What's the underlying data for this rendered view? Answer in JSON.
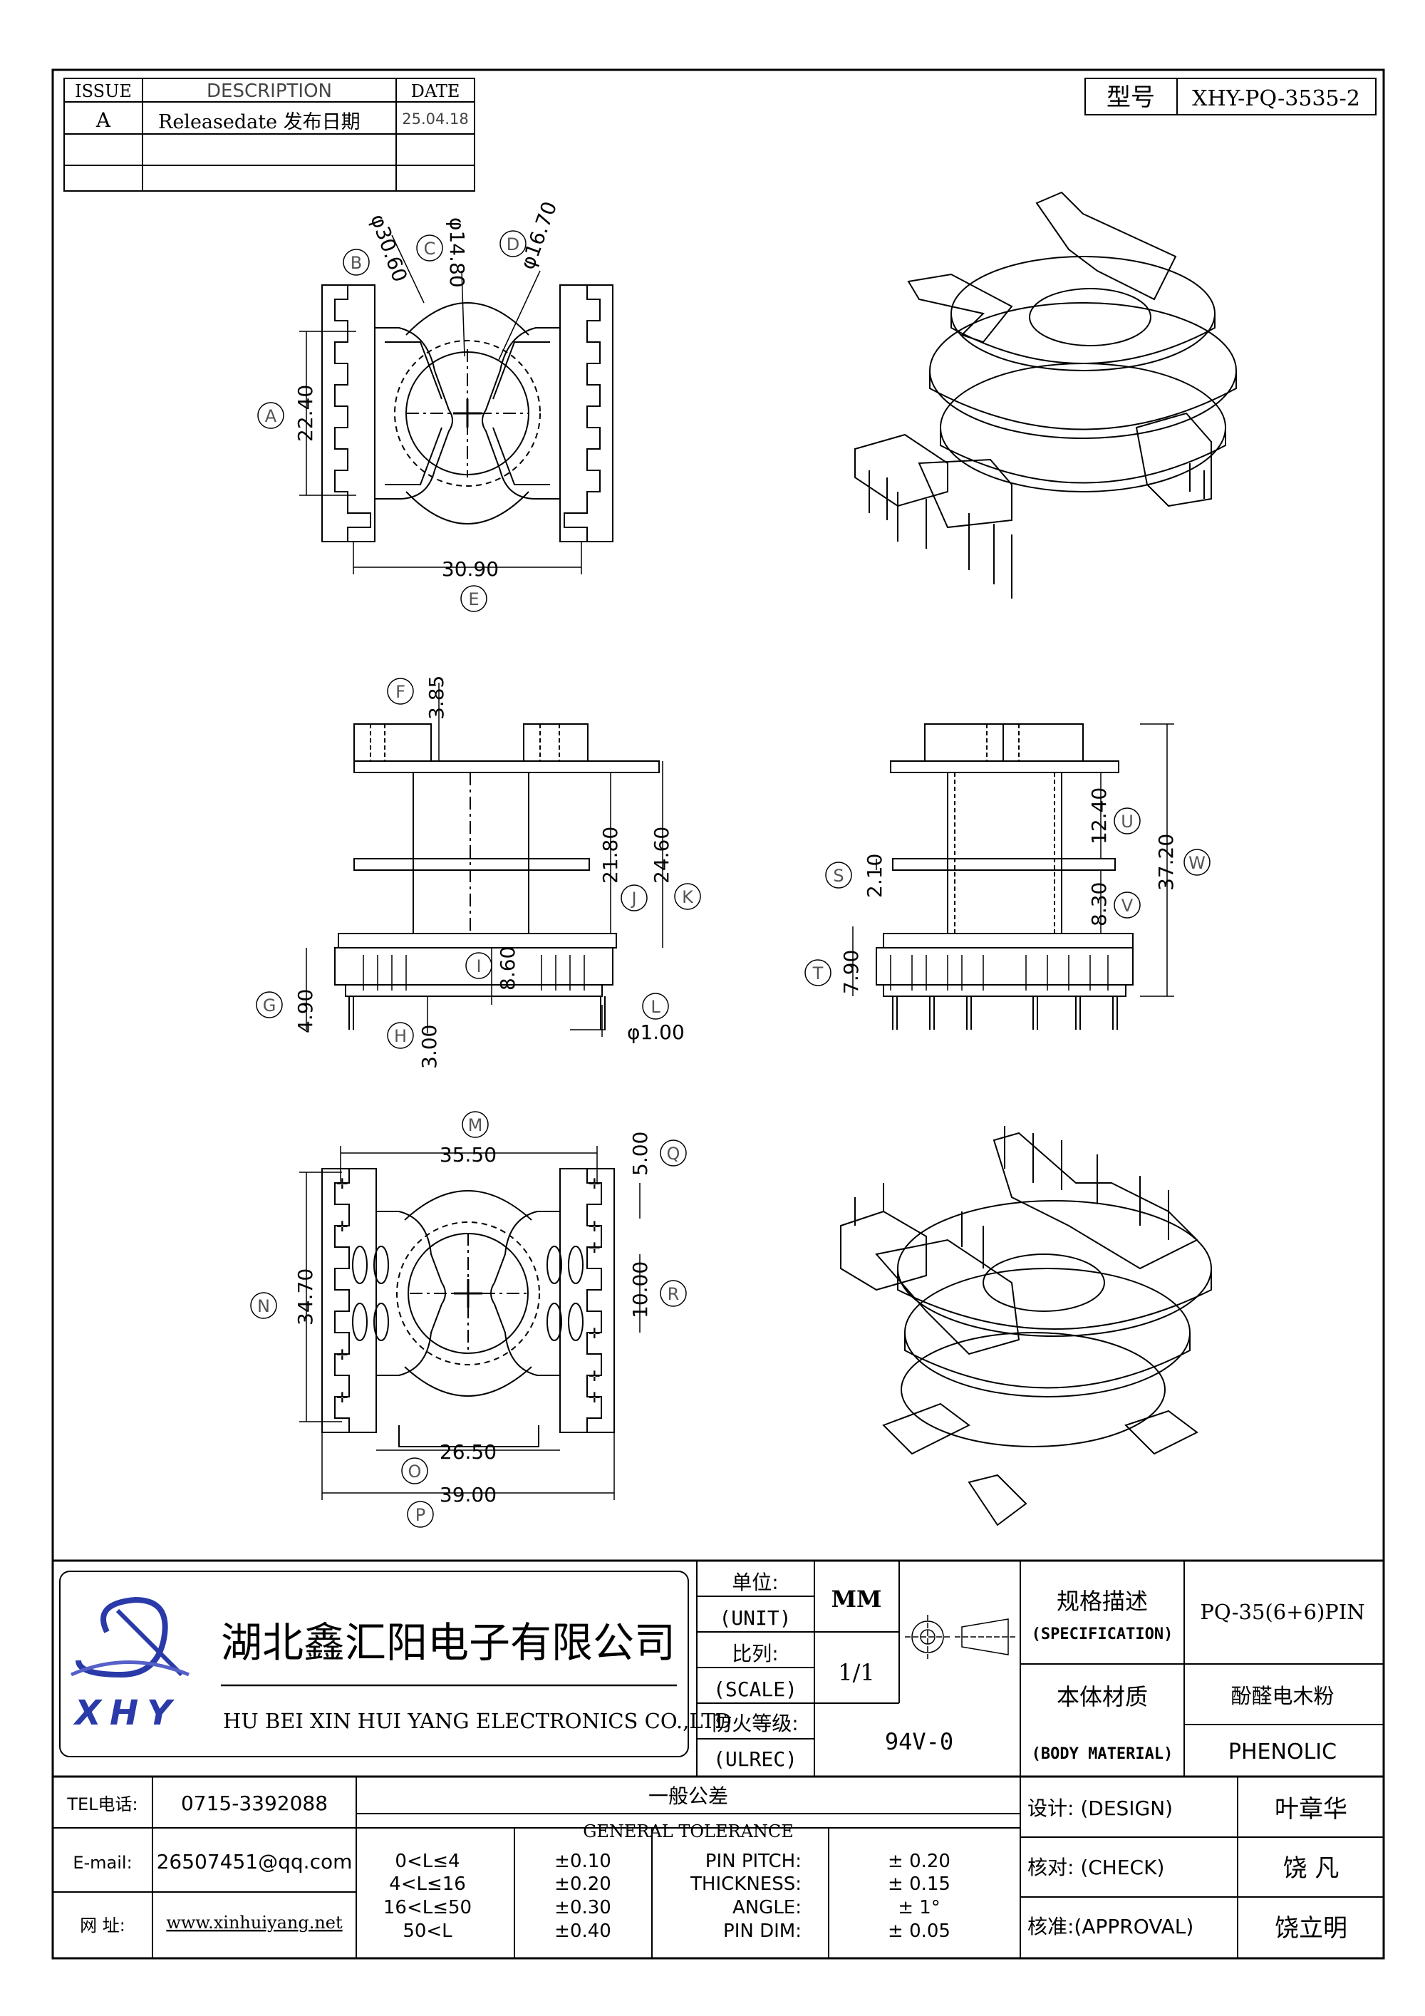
{
  "model": {
    "label": "型号",
    "value": "XHY-PQ-3535-2"
  },
  "revision": {
    "headers": [
      "ISSUE",
      "DESCRIPTION",
      "DATE"
    ],
    "rows": [
      {
        "issue": "A",
        "desc": "Releasedate 发布日期",
        "date": "25.04.18"
      }
    ]
  },
  "circle_labels": [
    "A",
    "B",
    "C",
    "D",
    "E",
    "F",
    "G",
    "H",
    "I",
    "J",
    "K",
    "L",
    "M",
    "N",
    "O",
    "P",
    "Q",
    "R",
    "S",
    "T",
    "U",
    "V",
    "W"
  ],
  "dims": {
    "B": "φ30.60",
    "C": "φ14.80",
    "D": "φ16.70",
    "A": "22.40",
    "E": "30.90",
    "F": "3.85",
    "J": "21.80",
    "K": "24.60",
    "I": "8.60",
    "G": "4.90",
    "H": "3.00",
    "L": "φ1.00",
    "U": "12.40",
    "S": "2.10",
    "V": "8.30",
    "W": "37.20",
    "T": "7.90",
    "M": "35.50",
    "Q": "5.00",
    "R": "10.00",
    "N": "34.70",
    "O": "26.50",
    "P": "39.00"
  },
  "company": {
    "name_cn": "湖北鑫汇阳电子有限公司",
    "name_en": "HU BEI XIN HUI YANG ELECTRONICS CO.,LTD",
    "logo_text": "XHY"
  },
  "title_block": {
    "unit_cn": "单位:",
    "unit_en": "(UNIT)",
    "unit_val": "MM",
    "scale_cn": "比列:",
    "scale_en": "(SCALE)",
    "scale_val": "1/1",
    "fire_cn": "防火等级:",
    "fire_en": "(ULREC)",
    "fire_val": "94V-0",
    "spec_cn": "规格描述",
    "spec_en": "(SPECIFICATION)",
    "spec_val": "PQ-35(6+6)PIN",
    "mat_cn": "本体材质",
    "mat_en": "(BODY MATERIAL)",
    "mat_val_cn": "酚醛电木粉",
    "mat_val_en": "PHENOLIC"
  },
  "contact": {
    "tel_label": "TEL电话:",
    "tel": "0715-3392088",
    "email_label": "E-mail:",
    "email": "26507451@qq.com",
    "web_label": "网  址:",
    "web": "www.xinhuiyang.net"
  },
  "tolerance": {
    "title_cn": "一般公差",
    "title_en": "GENERAL TOLERANCE",
    "ranges": [
      {
        "range": "0<L≤4",
        "tol": "±0.10"
      },
      {
        "range": "4<L≤16",
        "tol": "±0.20"
      },
      {
        "range": "16<L≤50",
        "tol": "±0.30"
      },
      {
        "range": "50<L",
        "tol": "±0.40"
      }
    ],
    "items": [
      {
        "name": "PIN PITCH:",
        "tol": "± 0.20"
      },
      {
        "name": "THICKNESS:",
        "tol": "± 0.15"
      },
      {
        "name": "ANGLE:",
        "tol": "± 1°"
      },
      {
        "name": "PIN DIM:",
        "tol": "± 0.05"
      }
    ]
  },
  "approval": {
    "design_label": "设计: (DESIGN)",
    "design": "叶章华",
    "check_label": "核对: (CHECK)",
    "check": "饶  凡",
    "approve_label": "核准:(APPROVAL)",
    "approve": "饶立明"
  }
}
